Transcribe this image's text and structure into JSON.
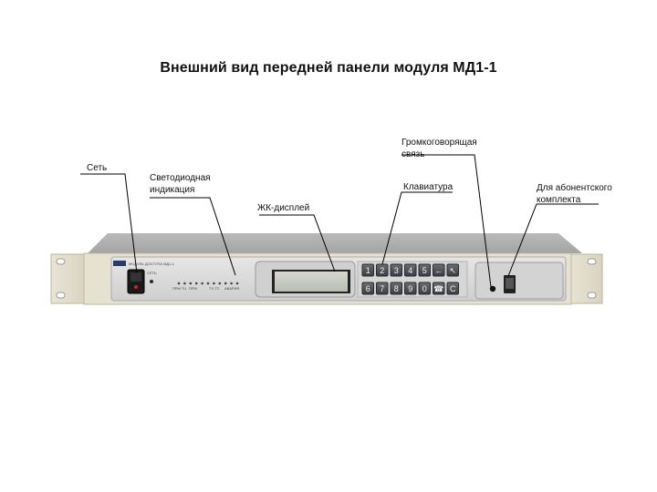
{
  "title": "Внешний вид передней панели модуля МД1-1",
  "callouts": {
    "power": [
      "Сеть"
    ],
    "leds": [
      "Светодиодная",
      "индикация"
    ],
    "lcd": [
      "ЖК-дисплей"
    ],
    "loudspeaker": [
      "Громкоговорящая",
      "связь"
    ],
    "keypad": [
      "Клавиатура"
    ],
    "subscriber": [
      "Для абонентского",
      "комплекта"
    ]
  },
  "device": {
    "brand_label": "МОДУЛЬ ДОСТУПА МД1-1",
    "power_label": "СЕТЬ",
    "led_group_labels": [
      "ПРМ ТЧ",
      "ПРМ",
      "ТУ-ТС",
      "АВАРИЯ"
    ],
    "keys_row1": [
      "1",
      "2",
      "3",
      "4",
      "5",
      "←",
      "↖"
    ],
    "keys_row2": [
      "6",
      "7",
      "8",
      "9",
      "0",
      "☎",
      "C"
    ]
  },
  "colors": {
    "panel_face": "#dcdcdc",
    "lcd_screen": "#c7ccc2",
    "key_face": "#4a4d52",
    "power_switch": "#1a1a1a",
    "leader_line": "#000000"
  }
}
